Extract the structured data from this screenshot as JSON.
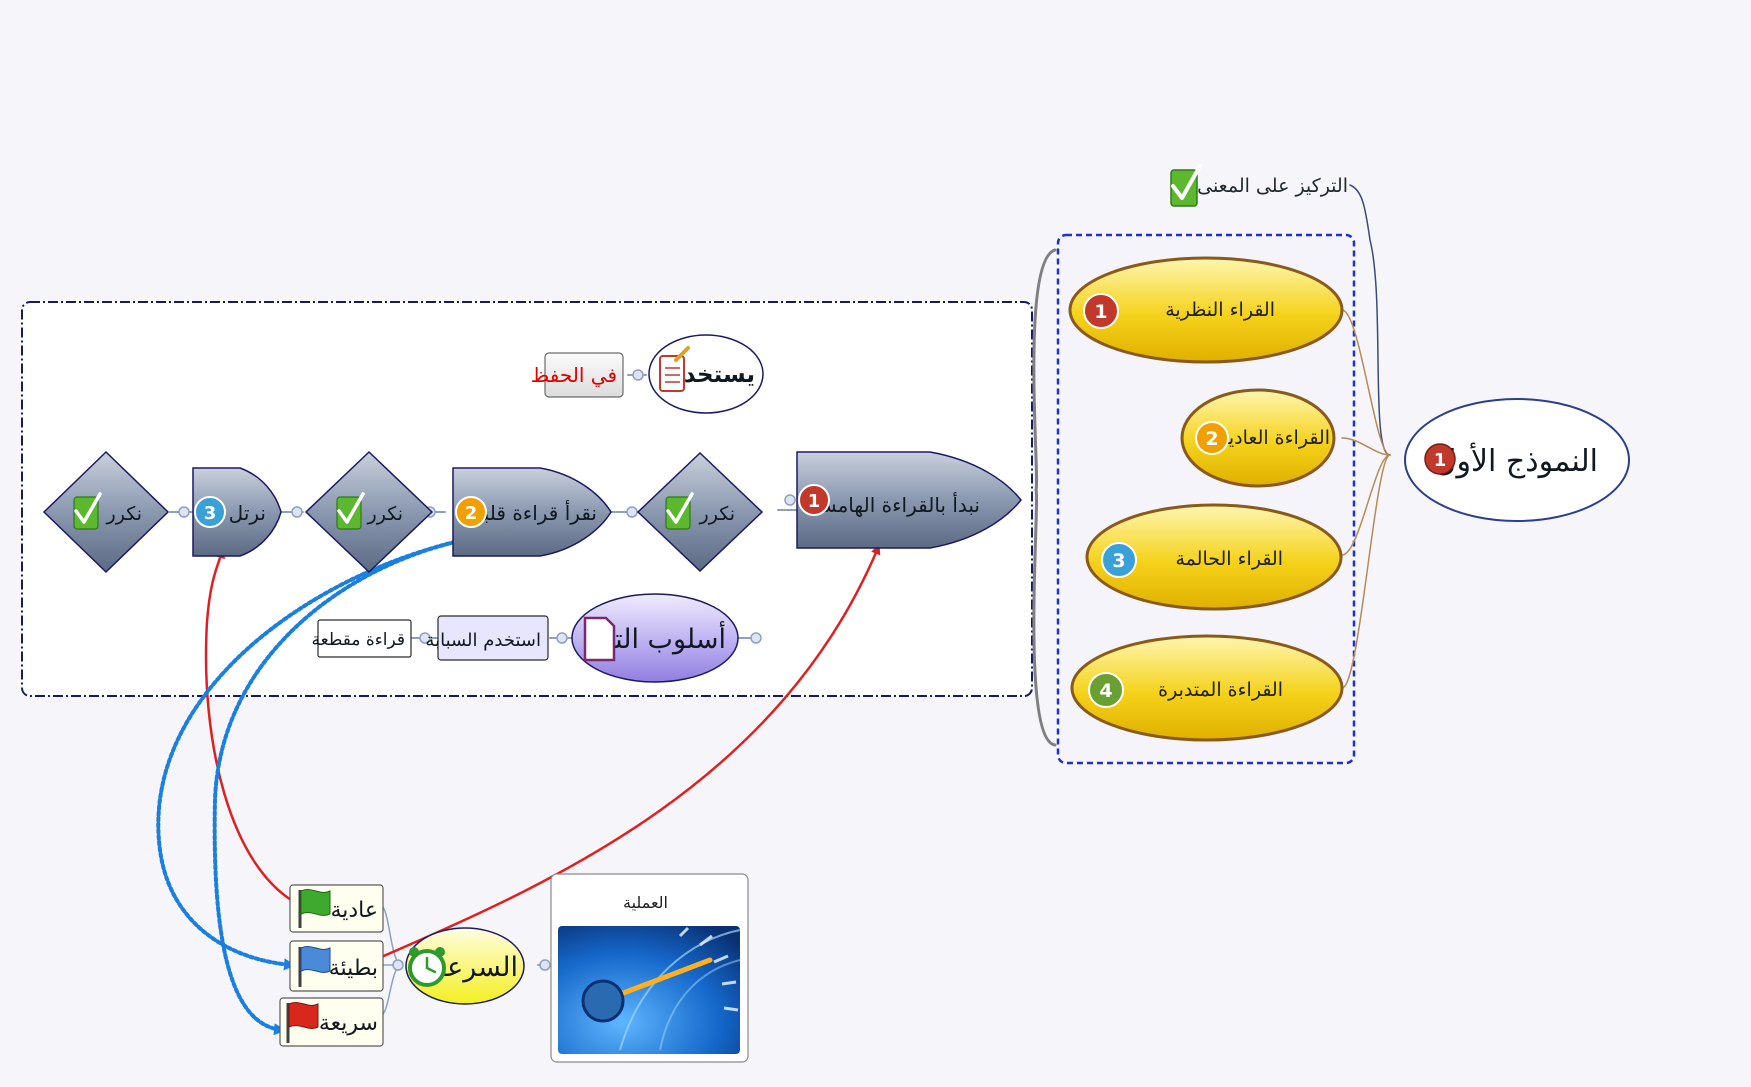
{
  "central_topic": {
    "label": "النموذج الأول",
    "badge": "1",
    "badge_color": "#c0392b"
  },
  "floating_note": {
    "label": "التركيز على المعنى",
    "icon": "green-check-icon"
  },
  "readers": [
    {
      "label": "القراء النظرية",
      "badge": "1",
      "badge_color": "#c0392b"
    },
    {
      "label": "القراءة العادية",
      "badge": "2",
      "badge_color": "#f0a000"
    },
    {
      "label": "القراء الحالمة",
      "badge": "3",
      "badge_color": "#3aa0d8"
    },
    {
      "label": "القراءة المتدبرة",
      "badge": "4",
      "badge_color": "#6aa032"
    }
  ],
  "steps": [
    {
      "label": "نبدأ بالقراءة الهامسة",
      "badge": "1",
      "badge_color": "#c0392b"
    },
    {
      "label": "نكرر",
      "icon": "green-check-icon"
    },
    {
      "label": "نقرأ قراءة قلبية",
      "badge": "2",
      "badge_color": "#f0a000"
    },
    {
      "label": "نكرر",
      "icon": "green-check-icon"
    },
    {
      "label": "نرتل",
      "badge": "3",
      "badge_color": "#3aa0d8"
    },
    {
      "label": "نكرر",
      "icon": "green-check-icon"
    }
  ],
  "use_row": {
    "label": "يستخدم",
    "icon": "notepad-icon",
    "child": "في الحفظ",
    "child_color": "#e00000"
  },
  "tracking_row": {
    "label": "أسلوب التتبع",
    "icon": "page-icon",
    "children": [
      "استخدم السبابة",
      "قراءة مقطعة"
    ]
  },
  "speed": {
    "label": "السرعة",
    "icon": "alarm-clock-icon",
    "options": [
      {
        "label": "عادية",
        "icon": "green-flag-icon"
      },
      {
        "label": "بطيئة",
        "icon": "blue-flag-icon"
      },
      {
        "label": "سريعة",
        "icon": "red-flag-icon"
      }
    ]
  },
  "process_card": {
    "title": "العملية",
    "image": "speedometer-image"
  },
  "colors": {
    "reader_fill": "#f5d21a",
    "reader_border": "#8a5a1a",
    "step_fill": "#8795ad",
    "boundary_blue": "#1f2fd0",
    "link_red": "#e02020",
    "link_blue": "#1a7fe0",
    "page_bg": "#f6f6fa"
  }
}
